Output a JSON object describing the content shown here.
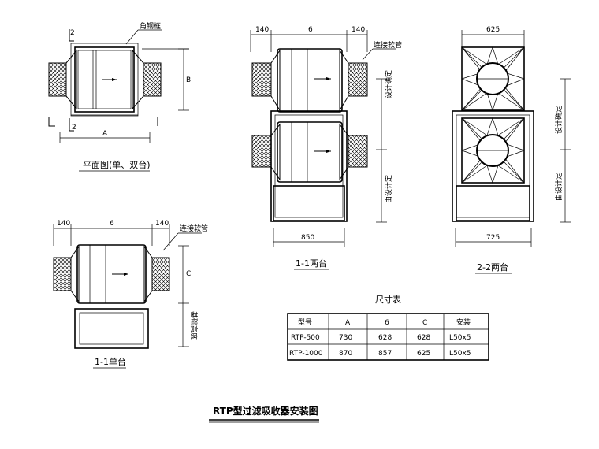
{
  "drawing_title": "RTP型过滤吸收器安装图",
  "views": {
    "plan": {
      "caption": "平面图(单、双台)",
      "label_steel": "角钢框",
      "dim_A": "A",
      "dim_B": "B",
      "section_mark": "2"
    },
    "section_11_single": {
      "caption": "1-1单台",
      "dim_left": "140",
      "dim_middle": "6",
      "dim_right": "140",
      "label_hose": "连接软管",
      "dim_C": "C",
      "label_base": "基础高度"
    },
    "section_11_double": {
      "caption": "1-1两台",
      "dim_left": "140",
      "dim_middle": "6",
      "dim_right": "140",
      "label_hose": "连接软管",
      "label_upper": "设计确定",
      "label_lower": "由设计定",
      "dim_bottom": "850"
    },
    "section_22_double": {
      "caption": "2-2两台",
      "dim_top": "625",
      "dim_bottom": "725",
      "label_upper": "设计确定",
      "label_lower": "由设计定"
    }
  },
  "size_table": {
    "title": "尺寸表",
    "headers": [
      "型号",
      "A",
      "6",
      "C",
      "安装"
    ],
    "rows": [
      [
        "RTP-500",
        "730",
        "628",
        "628",
        "L50x5"
      ],
      [
        "RTP-1000",
        "870",
        "857",
        "625",
        "L50x5"
      ]
    ]
  }
}
